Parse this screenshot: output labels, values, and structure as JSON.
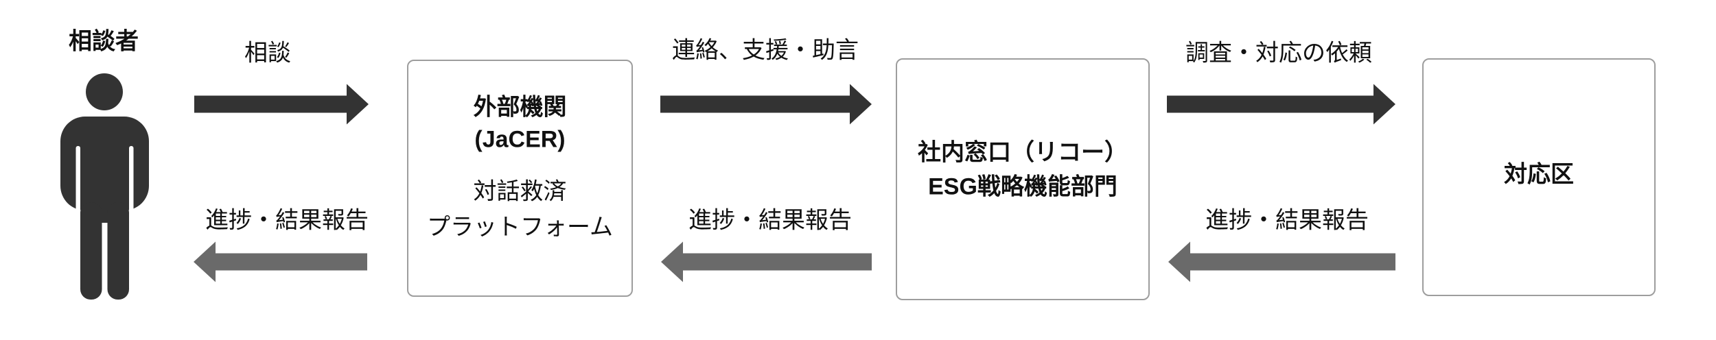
{
  "diagram": {
    "title_hint": "consultation-remedy-flow",
    "colors": {
      "dark_arrow": "#333333",
      "gray_arrow": "#6a6a6a",
      "box_border": "#9d9d9d",
      "text": "#111111",
      "background": "#ffffff"
    }
  },
  "actor": {
    "label": "相談者",
    "icon": "person-icon"
  },
  "nodes": [
    {
      "id": "external-org",
      "title_line1": "外部機関",
      "title_line2": "(JaCER)",
      "body_line1": "対話救済",
      "body_line2": "プラットフォーム"
    },
    {
      "id": "internal-desk",
      "title_line1": "社内窓口（リコー）",
      "title_line2": "ESG戦略機能部門"
    },
    {
      "id": "response-div",
      "title_line1": "対応区"
    }
  ],
  "flows": [
    {
      "id": "consult",
      "direction": "right",
      "color": "dark",
      "label": "相談"
    },
    {
      "id": "report-1",
      "direction": "left",
      "color": "gray",
      "label": "進捗・結果報告"
    },
    {
      "id": "contact-support",
      "direction": "right",
      "color": "dark",
      "label": "連絡、支援・助言"
    },
    {
      "id": "report-2",
      "direction": "left",
      "color": "gray",
      "label": "進捗・結果報告"
    },
    {
      "id": "investigate-req",
      "direction": "right",
      "color": "dark",
      "label": "調査・対応の依頼"
    },
    {
      "id": "report-3",
      "direction": "left",
      "color": "gray",
      "label": "進捗・結果報告"
    }
  ]
}
